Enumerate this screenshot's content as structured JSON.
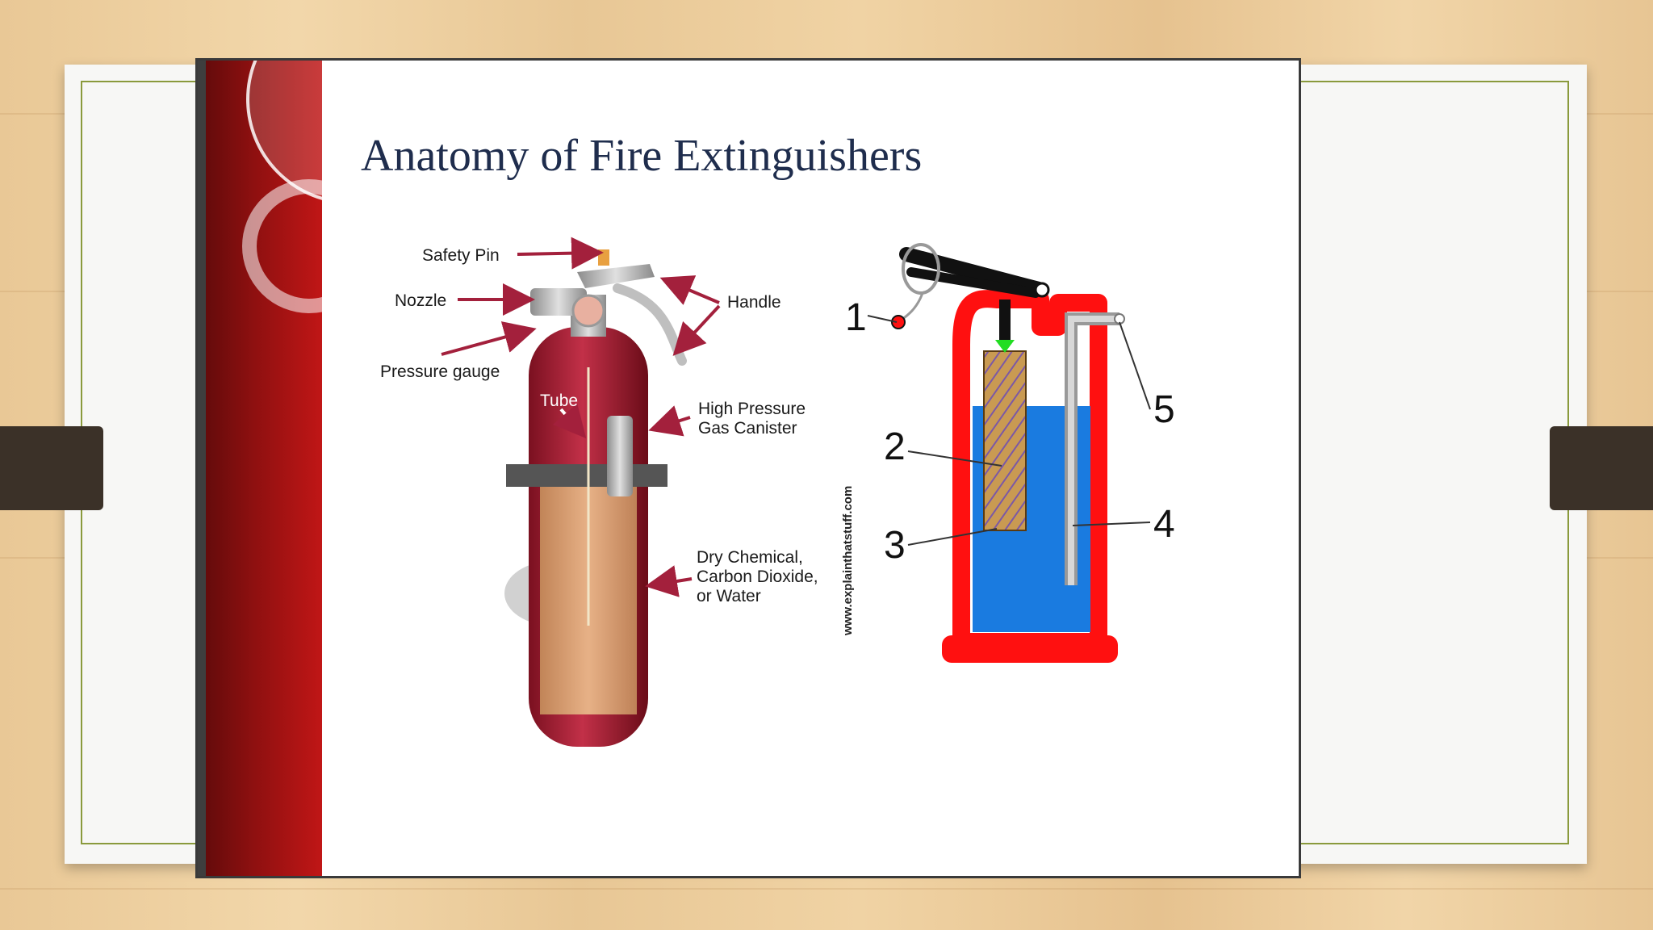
{
  "slide": {
    "title": "Anatomy of Fire Extinguishers"
  },
  "left_diagram": {
    "labels": {
      "safety_pin": "Safety Pin",
      "nozzle": "Nozzle",
      "handle": "Handle",
      "pressure_gauge": "Pressure gauge",
      "tube": "Tube",
      "canister_line1": "High Pressure",
      "canister_line2": "Gas Canister",
      "contents_line1": "Dry Chemical,",
      "contents_line2": "Carbon Dioxide,",
      "contents_line3": "or Water"
    }
  },
  "right_diagram": {
    "watermark": "www.explainthatstuff.com",
    "callouts": [
      "1",
      "2",
      "3",
      "4",
      "5"
    ]
  },
  "colors": {
    "title": "#1f2d4d",
    "band": "#b01414",
    "arrow": "#a3203c",
    "frame_border": "#8a9a3c"
  }
}
